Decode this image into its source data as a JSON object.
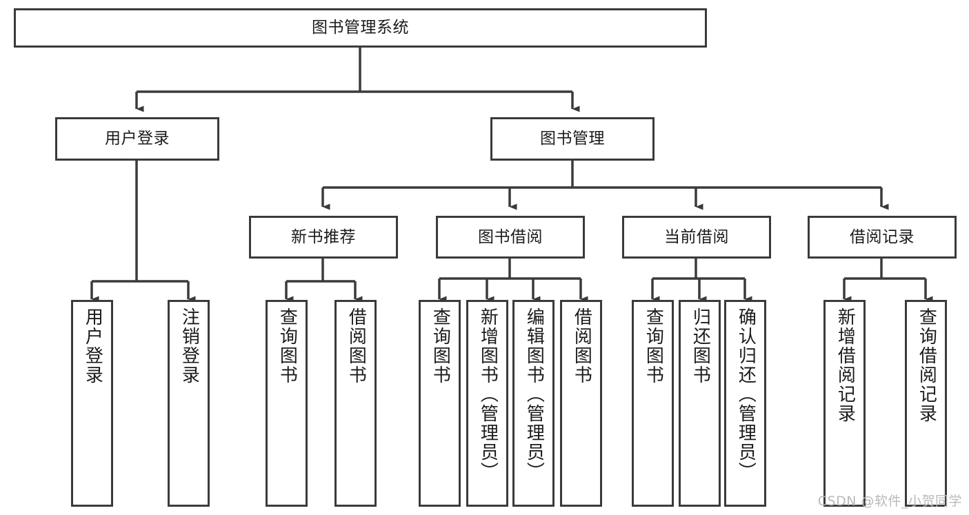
{
  "diagram": {
    "title": "图书管理系统",
    "type": "tree",
    "stroke_color": "#3a3a3a",
    "text_color": "#1b1b1b",
    "background_color": "#ffffff",
    "nodes": {
      "root": {
        "label": "图书管理系统"
      },
      "level2": [
        {
          "id": "user-login",
          "label": "用户登录"
        },
        {
          "id": "book-manage",
          "label": "图书管理"
        }
      ],
      "level3": [
        {
          "id": "new-book-recommend",
          "label": "新书推荐"
        },
        {
          "id": "book-borrow",
          "label": "图书借阅"
        },
        {
          "id": "current-borrow",
          "label": "当前借阅"
        },
        {
          "id": "borrow-record",
          "label": "借阅记录"
        }
      ],
      "leaves": [
        {
          "id": "leaf-user-login",
          "parent": "user-login",
          "label": "用户登录"
        },
        {
          "id": "leaf-logout-login",
          "parent": "user-login",
          "label": "注销登录"
        },
        {
          "id": "leaf-query-book-1",
          "parent": "new-book-recommend",
          "label": "查询图书"
        },
        {
          "id": "leaf-borrow-book-1",
          "parent": "new-book-recommend",
          "label": "借阅图书"
        },
        {
          "id": "leaf-query-book-2",
          "parent": "book-borrow",
          "label": "查询图书"
        },
        {
          "id": "leaf-add-book",
          "parent": "book-borrow",
          "label": "新增图书（管理员）"
        },
        {
          "id": "leaf-edit-book",
          "parent": "book-borrow",
          "label": "编辑图书（管理员）"
        },
        {
          "id": "leaf-borrow-book-2",
          "parent": "book-borrow",
          "label": "借阅图书"
        },
        {
          "id": "leaf-query-book-3",
          "parent": "current-borrow",
          "label": "查询图书"
        },
        {
          "id": "leaf-return-book",
          "parent": "current-borrow",
          "label": "归还图书"
        },
        {
          "id": "leaf-confirm-return",
          "parent": "current-borrow",
          "label": "确认归还（管理员）"
        },
        {
          "id": "leaf-add-record",
          "parent": "borrow-record",
          "label": "新增借阅记录"
        },
        {
          "id": "leaf-query-record",
          "parent": "borrow-record",
          "label": "查询借阅记录"
        }
      ]
    }
  },
  "watermark": {
    "text": "CSDN @软件_小贺同学"
  }
}
